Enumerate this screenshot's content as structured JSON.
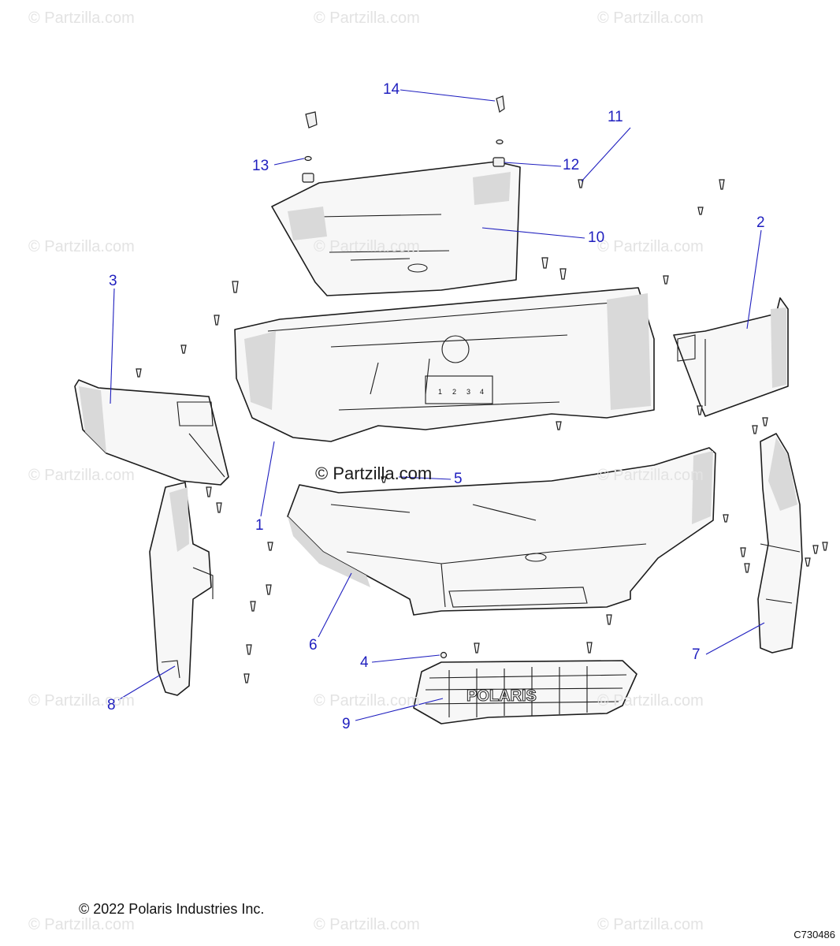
{
  "watermark": "© Partzilla.com",
  "center_watermark": "© Partzilla.com",
  "callouts": [
    "1",
    "2",
    "3",
    "4",
    "5",
    "6",
    "7",
    "8",
    "9",
    "10",
    "11",
    "12",
    "13",
    "14"
  ],
  "copyright": "© 2022 Polaris Industries Inc.",
  "diagram_code": "C730486",
  "grille_text": "POLARIS",
  "panel_numbers": [
    "1",
    "2",
    "3",
    "4"
  ]
}
